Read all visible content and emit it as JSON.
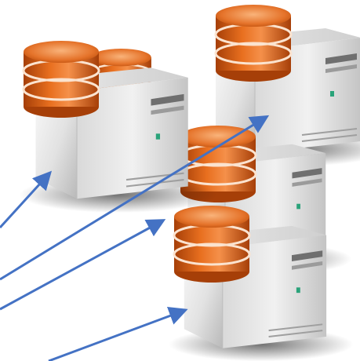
{
  "colors": {
    "arrow": "#4472c4",
    "disk_dark": "#b5450a",
    "disk_mid": "#e36a1c",
    "disk_light": "#f7a35c",
    "case_light": "#f4f4f4",
    "case_mid": "#d2d2d2",
    "case_dark": "#9a9a9a",
    "led": "#2aa37a"
  },
  "icons": {
    "server": "server-tower-icon",
    "database": "database-cylinder-icon",
    "arrow": "arrow-icon"
  },
  "servers": [
    {
      "name": "server-top-left",
      "has_rear_disk": true
    },
    {
      "name": "server-top-right",
      "has_rear_disk": false
    },
    {
      "name": "server-middle",
      "has_rear_disk": false
    },
    {
      "name": "server-bottom",
      "has_rear_disk": false
    }
  ],
  "arrows": [
    {
      "name": "arrow-to-top-left-server"
    },
    {
      "name": "arrow-to-top-right-server"
    },
    {
      "name": "arrow-to-middle-server"
    },
    {
      "name": "arrow-to-bottom-server"
    }
  ]
}
